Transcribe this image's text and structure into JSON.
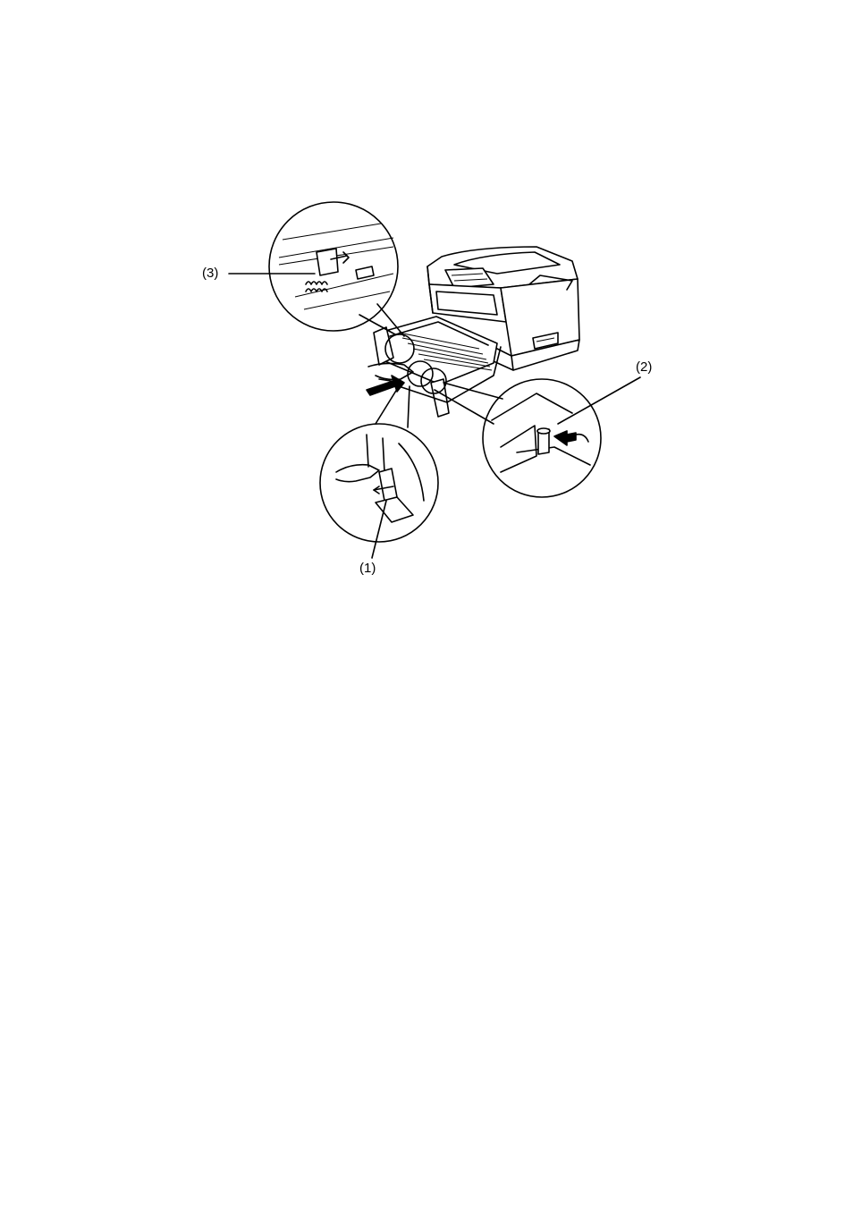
{
  "figure": {
    "callouts": {
      "c1": "(1)",
      "c2": "(2)",
      "c3": "(3)"
    }
  }
}
